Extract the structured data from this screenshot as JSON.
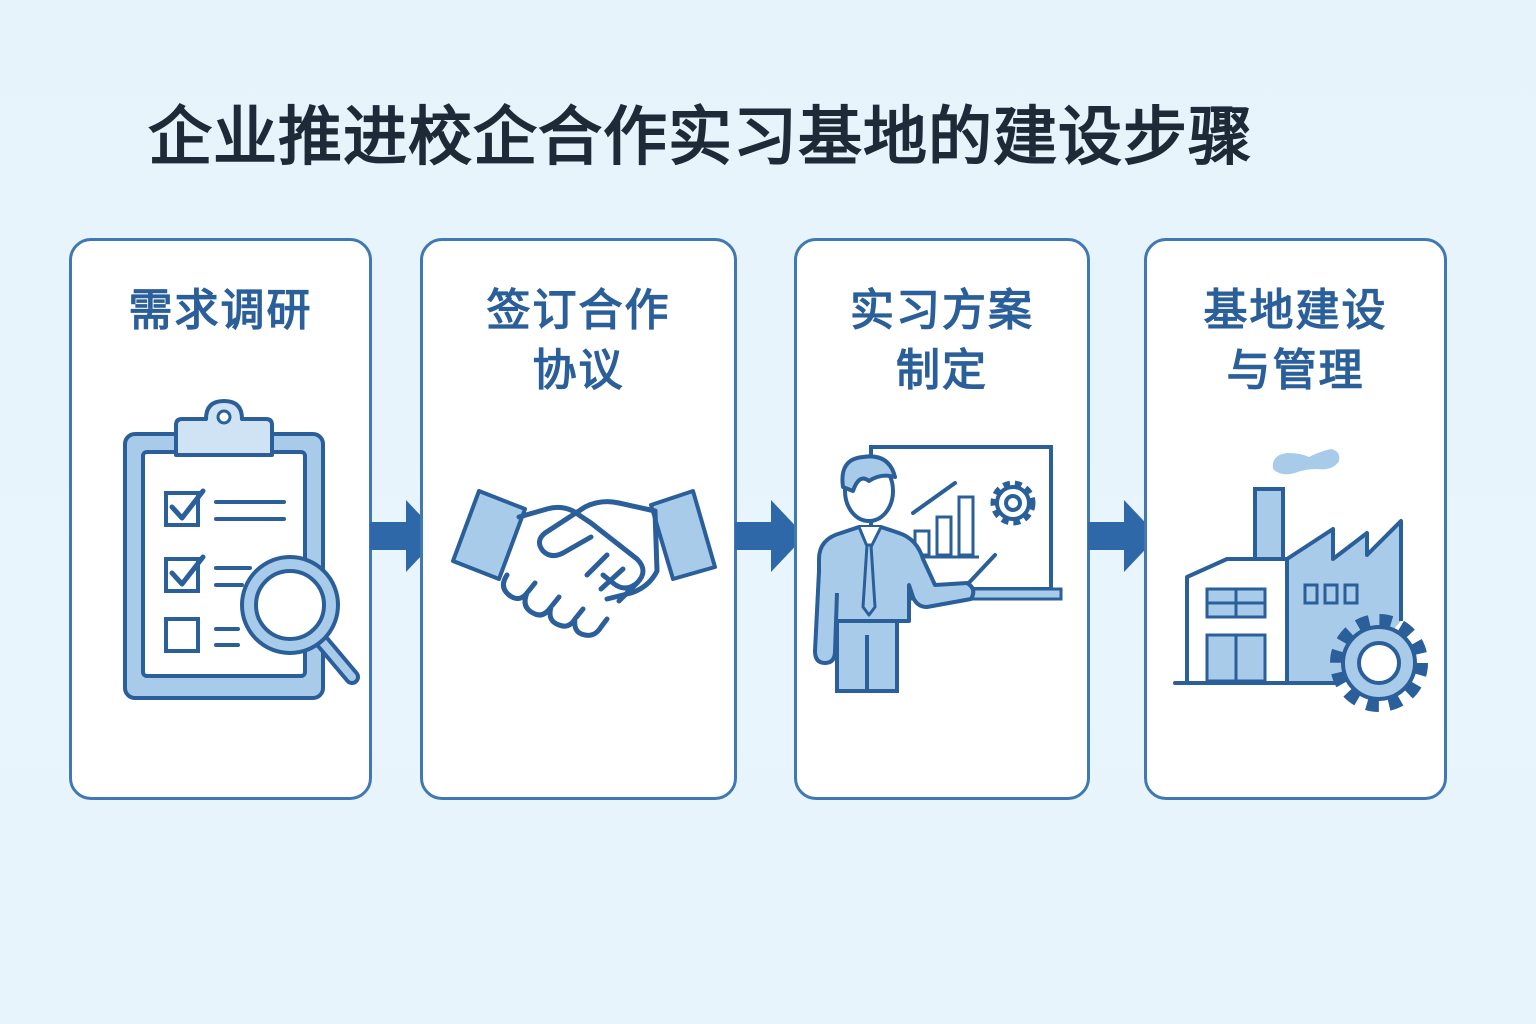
{
  "page": {
    "title": "企业推进校企合作实习基地的建设步骤"
  },
  "steps": [
    {
      "label": "需求调研",
      "icon": "clipboard-checklist-magnifier-icon"
    },
    {
      "label": "签订合作\n协议",
      "icon": "handshake-icon"
    },
    {
      "label": "实习方案\n制定",
      "icon": "presenter-whiteboard-icon"
    },
    {
      "label": "基地建设\n与管理",
      "icon": "factory-gear-icon"
    }
  ],
  "colors": {
    "background": "#e8f4fb",
    "primary": "#2b5f9a",
    "border": "#3f78b3",
    "fill": "#a9cbea",
    "fill_light": "#cfe3f4",
    "title": "#1e2a38"
  }
}
